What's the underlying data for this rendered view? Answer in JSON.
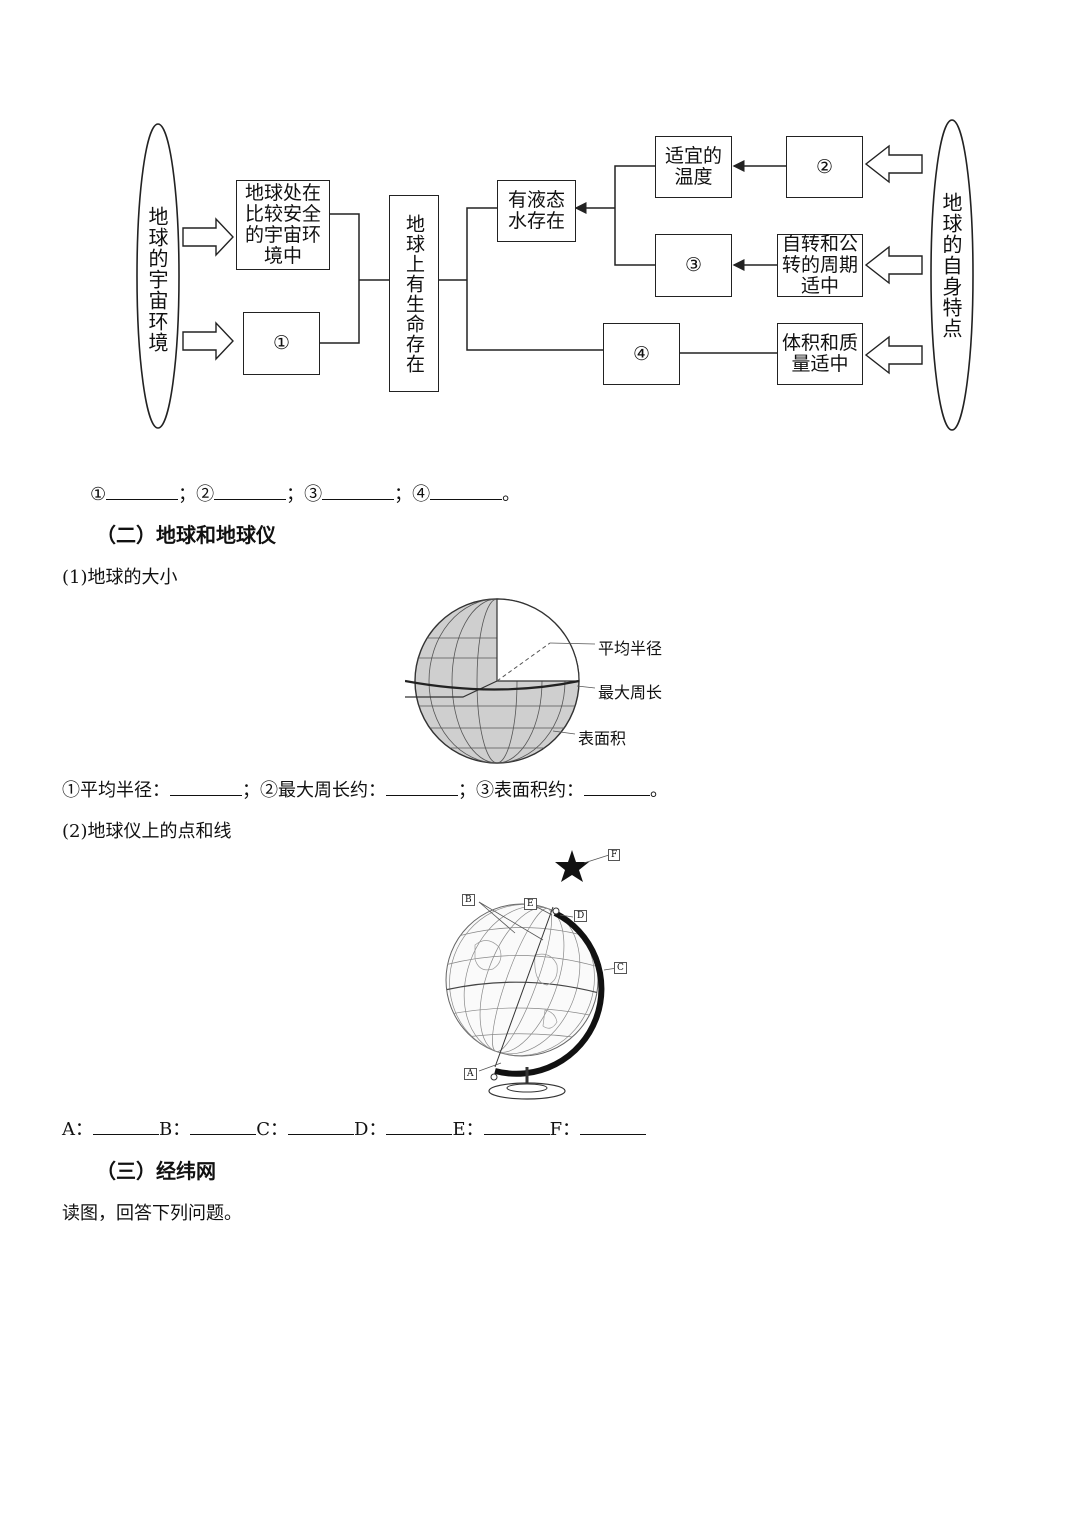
{
  "flow": {
    "left_oval": "地球的宇宙环境",
    "right_oval": "地球的自身特点",
    "safe_env": "地球处在比较安全的宇宙环境中",
    "circle1": "①",
    "life": "地球上有生命存在",
    "liquid_water": "有液态水存在",
    "temp": "适宜的温度",
    "circle2": "②",
    "circle3": "③",
    "rotation": "自转和公转的周期适中",
    "circle4": "④",
    "volume_mass": "体积和质量适中"
  },
  "answers1": {
    "m1": "①",
    "m2": "②",
    "m3": "③",
    "m4": "④",
    "sep": "；",
    "end": "。"
  },
  "section2": {
    "heading": "（二）地球和地球仪",
    "sub1": "(1)地球的大小",
    "sphere_labels": {
      "radius": "平均半径",
      "circumference": "最大周长",
      "area": "表面积"
    },
    "q1": {
      "a": "①平均半径：",
      "b": "；②最大周长约：",
      "c": "；③表面积约：",
      "end": "。"
    },
    "sub2": "(2)地球仪上的点和线",
    "globe_tags": [
      "A",
      "B",
      "C",
      "D",
      "E",
      "F"
    ],
    "q2": [
      "A：",
      "B：",
      "C：",
      "D：",
      "E：",
      "F："
    ]
  },
  "section3": {
    "heading": "（三）经纬网",
    "instruction": "读图，回答下列问题。"
  }
}
